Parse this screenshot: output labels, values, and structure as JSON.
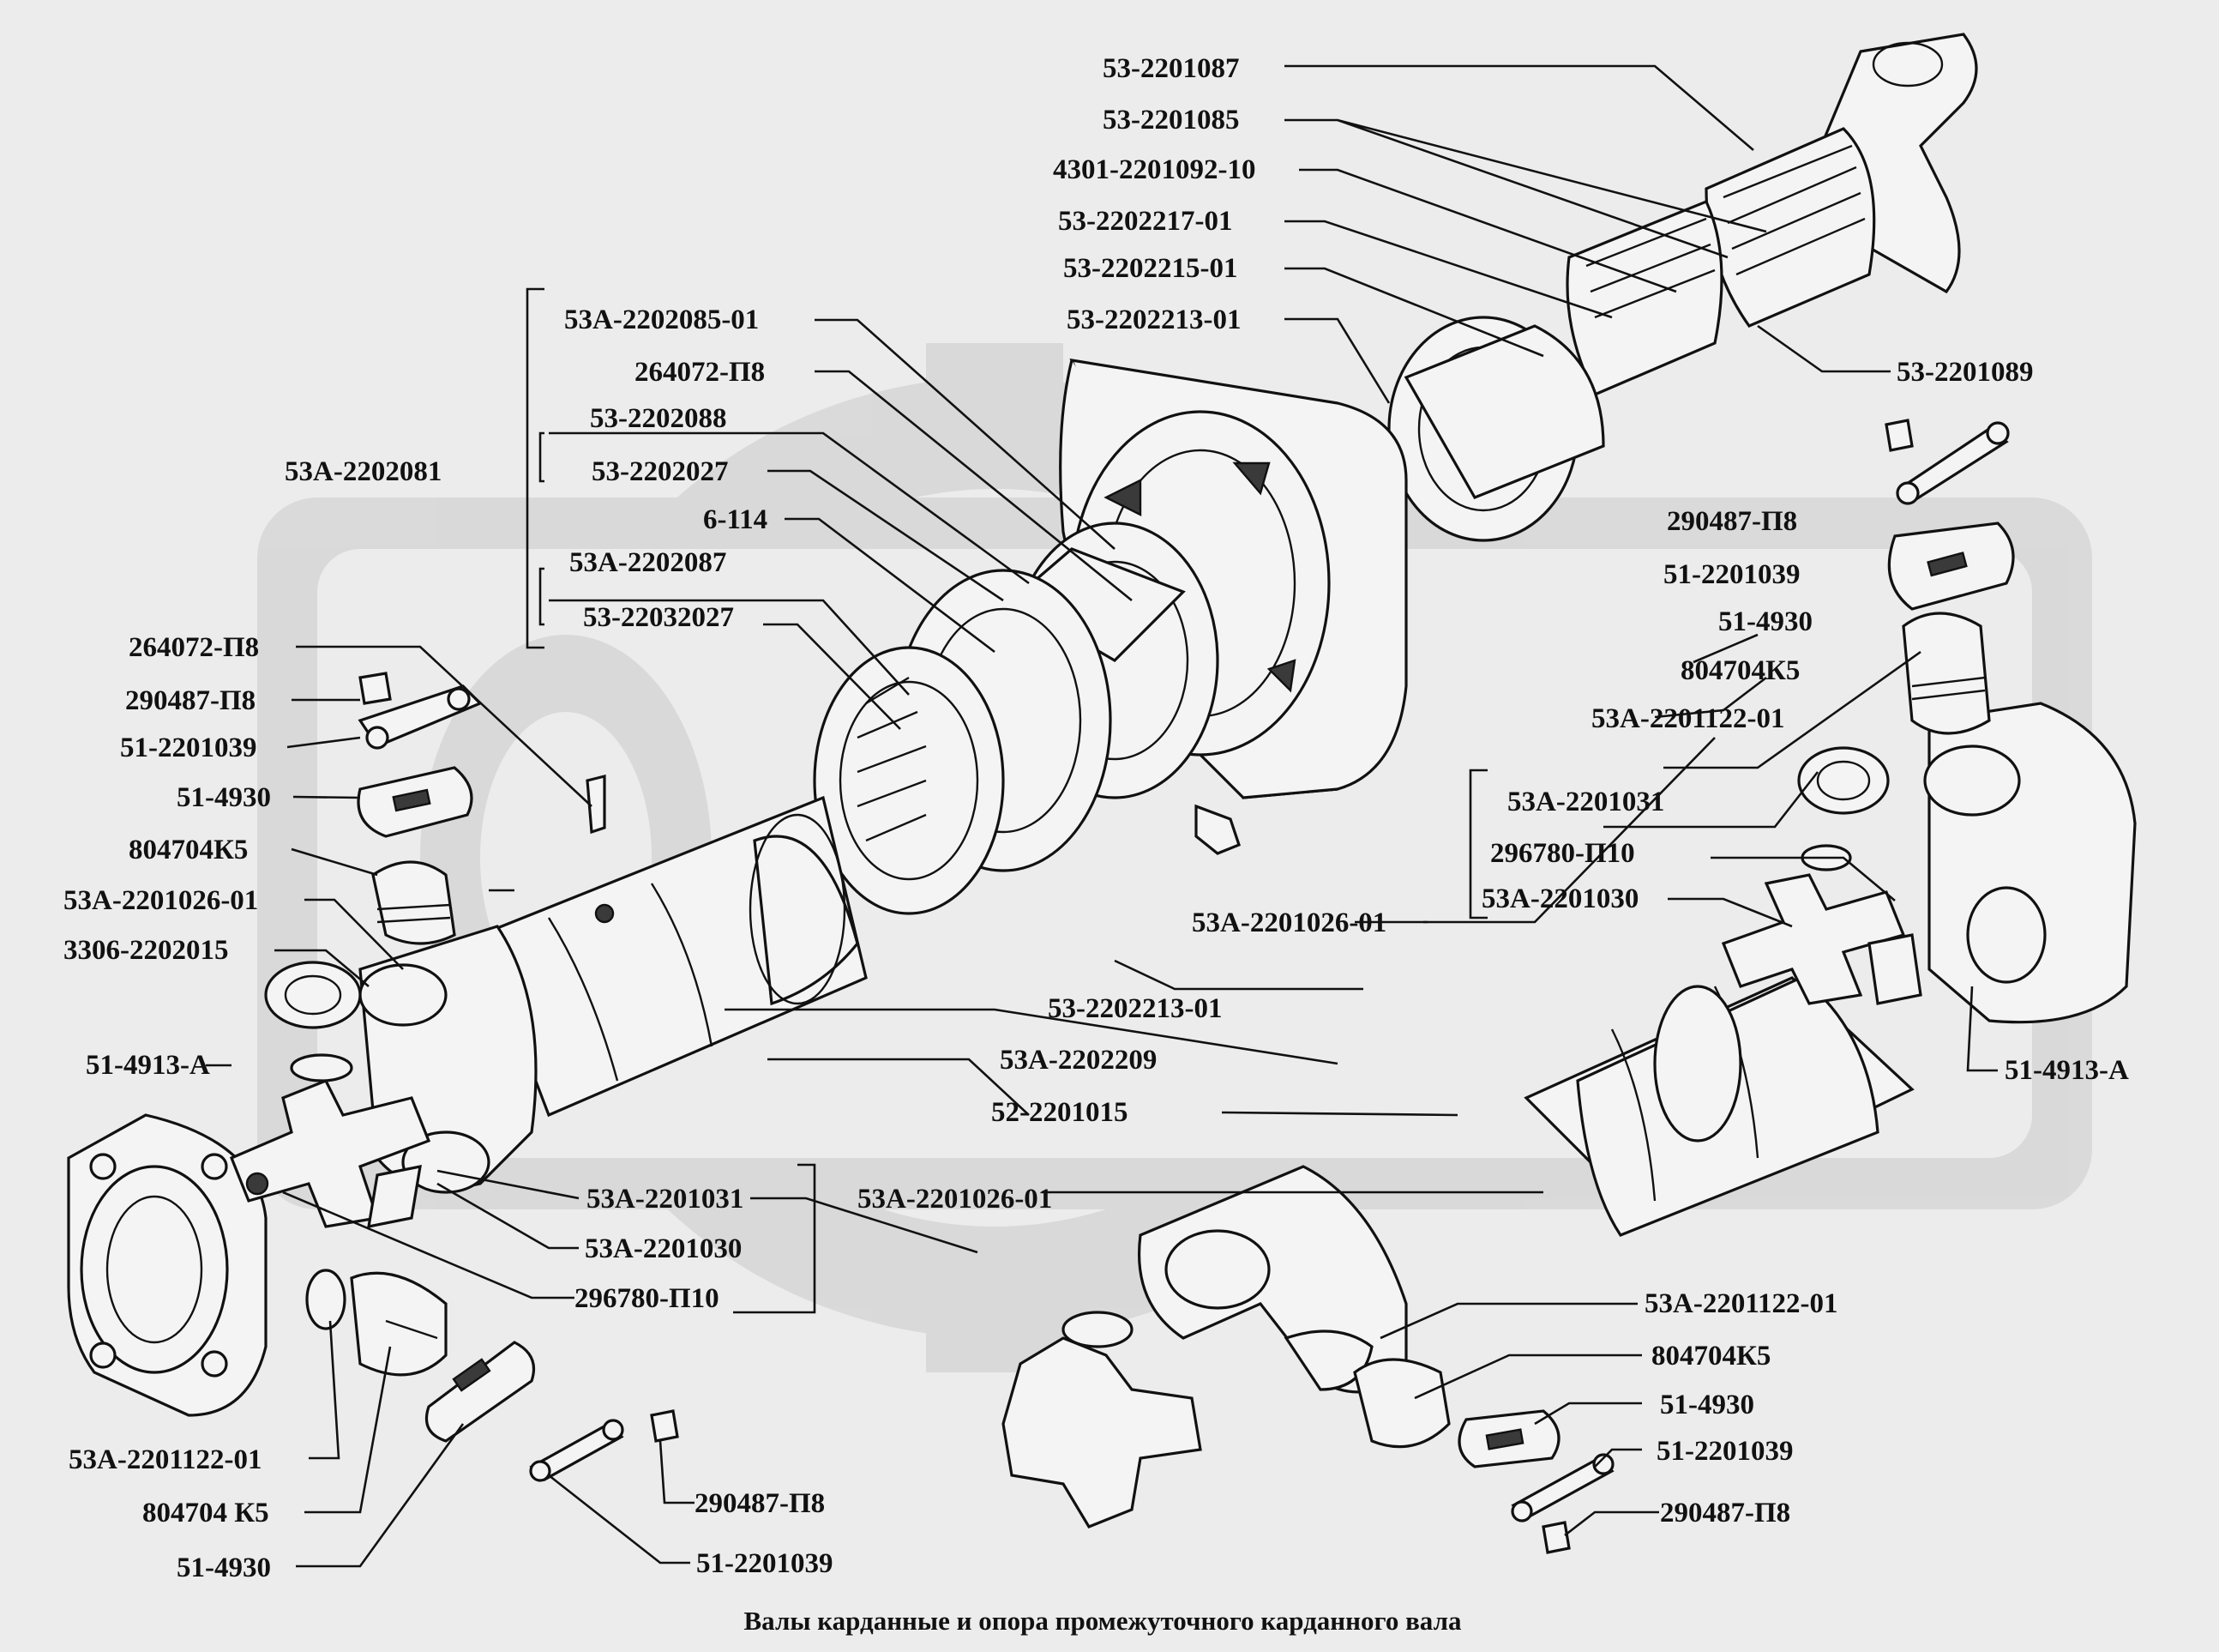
{
  "caption": "Валы карданные и опора промежуточного карданного вала",
  "watermark": {
    "color": "#d8d8d8"
  },
  "colors": {
    "background": "#ececec",
    "ink": "#111111"
  },
  "labels": {
    "l01": "53-2201087",
    "l02": "53-2201085",
    "l03": "4301-2201092-10",
    "l04": "53-2202217-01",
    "l05": "53-2202215-01",
    "l06": "53-2202213-01",
    "l07": "53-2201089",
    "l08": "53А-2202085-01",
    "l09": "264072-П8",
    "l10": "53-2202088",
    "l11": "53-2202027",
    "l12": "53А-2202081",
    "l13": "6-114",
    "l14": "53А-2202087",
    "l15": "53-22032027",
    "l16": "290487-П8",
    "l17": "51-2201039",
    "l18": "51-4930",
    "l19": "804704К5",
    "l20": "53А-2201122-01",
    "l21": "264072-П8",
    "l22": "290487-П8",
    "l23": "51-2201039",
    "l24": "51-4930",
    "l25": "804704К5",
    "l26": "53А-2201026-01",
    "l27": "3306-2202015",
    "l28": "53А-2201031",
    "l29": "296780-П10",
    "l30": "53А-2201030",
    "l31": "53А-2201026-01",
    "l32": "53-2202213-01",
    "l33": "51-4913-А",
    "l34": "53А-2202209",
    "l35": "51-4913-А",
    "l36": "52-2201015",
    "l37": "53А-2201031",
    "l38": "53А-2201026-01",
    "l39": "53А-2201030",
    "l40": "296780-П10",
    "l41": "53А-2201122-01",
    "l42": "804704К5",
    "l43": "51-4930",
    "l44": "51-2201039",
    "l45": "290487-П8",
    "l46": "53А-2201122-01",
    "l47": "804704 К5",
    "l48": "51-4930",
    "l49": "290487-П8",
    "l50": "51-2201039"
  }
}
